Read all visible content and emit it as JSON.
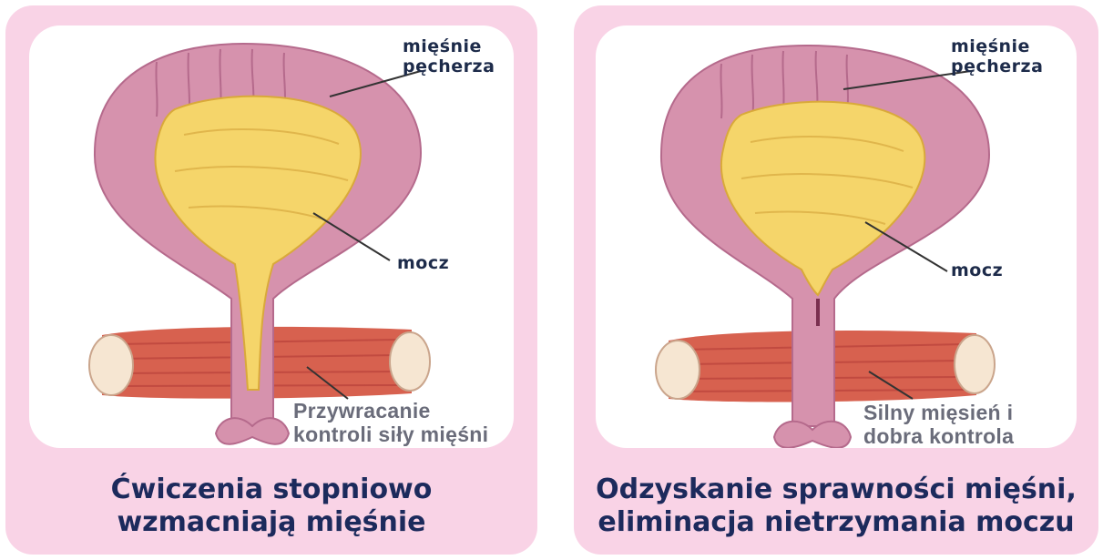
{
  "panels": [
    {
      "bladder_muscle_label": "mięśnie\npęcherza",
      "urine_label": "mocz",
      "muscle_label": "Przywracanie\nkontroli siły mięśni",
      "caption": "Ćwiczenia stopniowo\nwzmacniają mięśnie"
    },
    {
      "bladder_muscle_label": "mięśnie\npęcherza",
      "urine_label": "mocz",
      "muscle_label": "Silny mięsień i\ndobra kontrola",
      "caption": "Odzyskanie sprawności mięśni,\neliminacja nietrzymania moczu"
    }
  ],
  "colors": {
    "panel_bg": "#f9d3e6",
    "bladder_wall": "#d692ad",
    "urine": "#f5d56a",
    "muscle": "#d7614f",
    "caption_text": "#1c2a5c"
  }
}
